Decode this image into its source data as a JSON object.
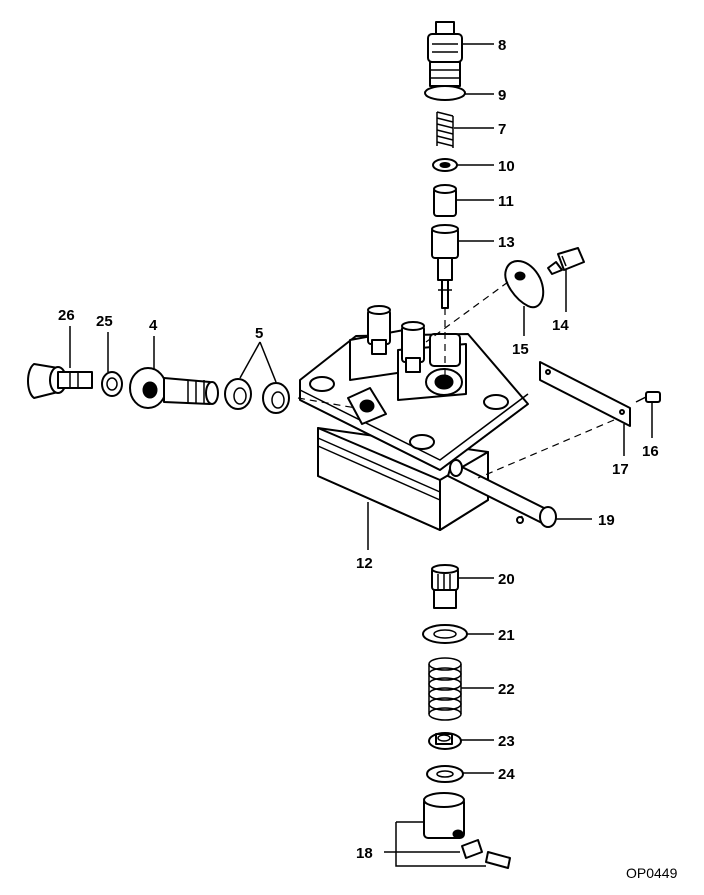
{
  "labels": {
    "p4": "4",
    "p5": "5",
    "p7": "7",
    "p8": "8",
    "p9": "9",
    "p10": "10",
    "p11": "11",
    "p12": "12",
    "p13": "13",
    "p14": "14",
    "p15": "15",
    "p16": "16",
    "p17": "17",
    "p18": "18",
    "p19": "19",
    "p20": "20",
    "p21": "21",
    "p22": "22",
    "p23": "23",
    "p24": "24",
    "p25": "25",
    "p26": "26"
  },
  "drawing_code": "OP0449"
}
